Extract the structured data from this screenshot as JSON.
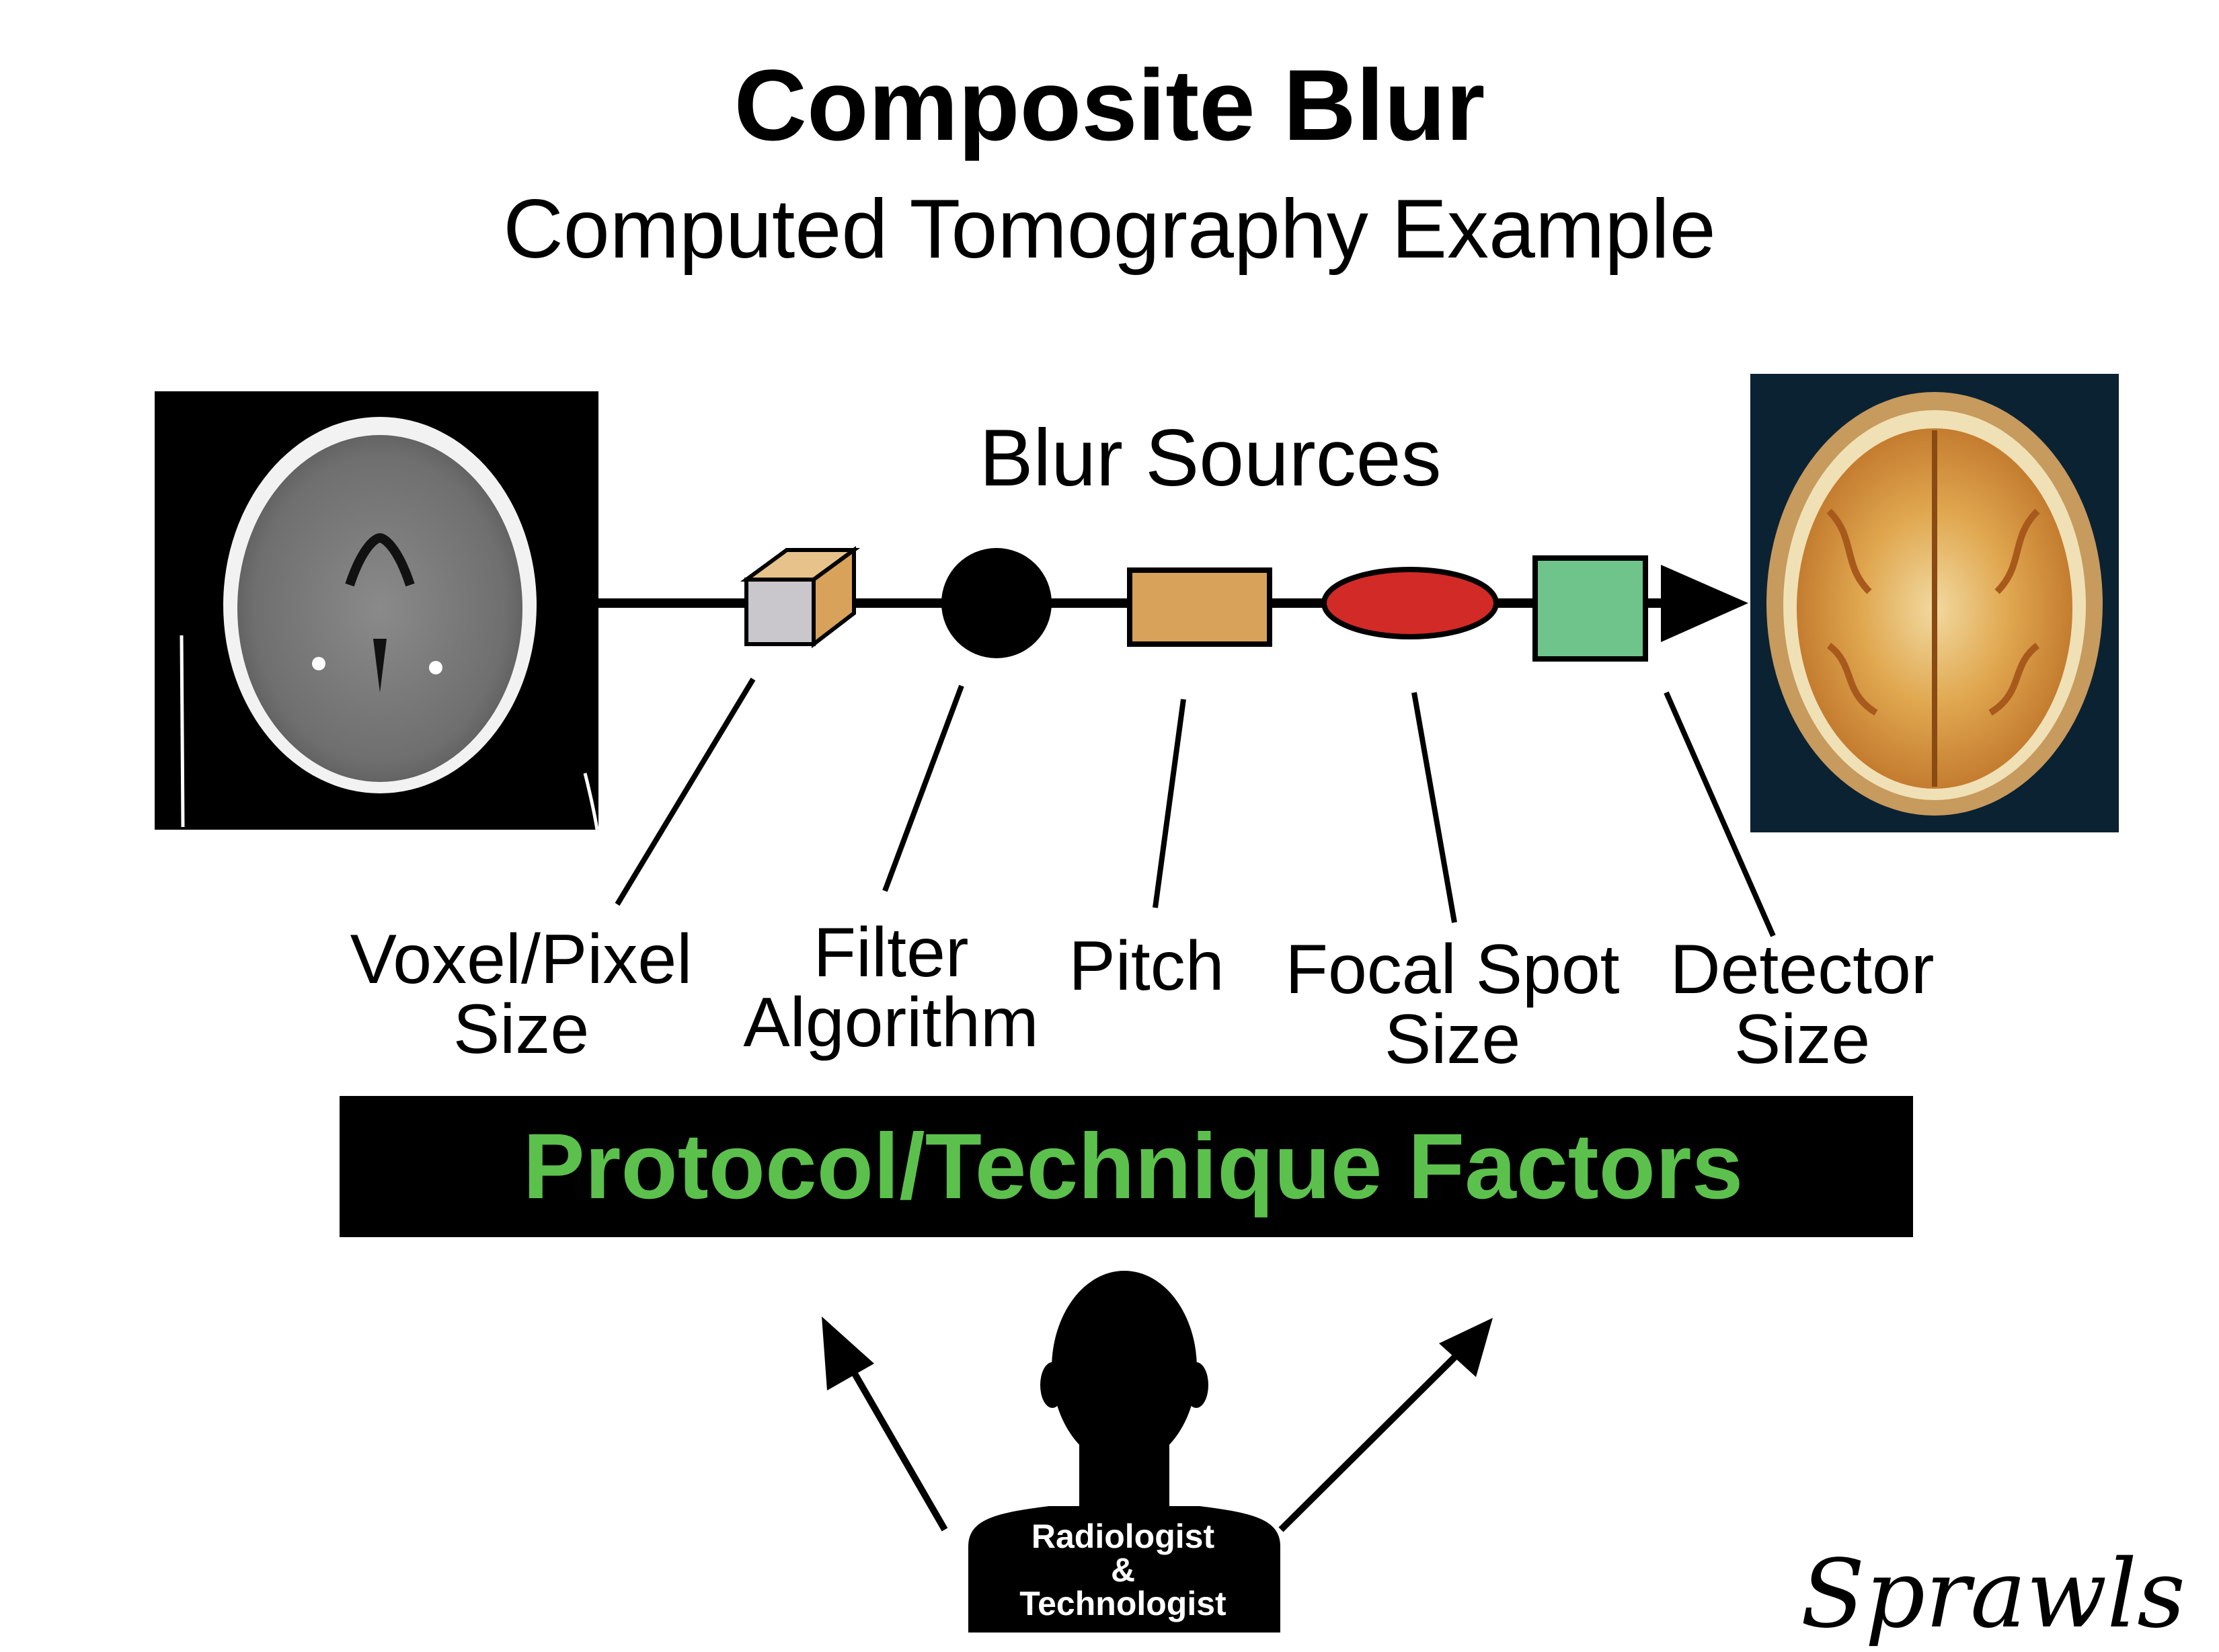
{
  "title": "Composite Blur",
  "subtitle": "Computed Tomography Example",
  "blur_sources_label": "Blur Sources",
  "source_labels": [
    {
      "line1": "Voxel/Pixel",
      "line2": "Size"
    },
    {
      "line1": "Filter",
      "line2": "Algorithm"
    },
    {
      "line1": "Pitch",
      "line2": ""
    },
    {
      "line1": "Focal Spot",
      "line2": "Size"
    },
    {
      "line1": "Detector",
      "line2": "Size"
    }
  ],
  "shape_colors": {
    "cube_front": "#c9c7cb",
    "cube_side": "#d8a25a",
    "circle": "#000000",
    "rectangle": "#d8a25a",
    "ellipse": "#d22a26",
    "square": "#6ec48a"
  },
  "banner_text": "Protocol/Technique Factors",
  "banner_text_color": "#5cc04d",
  "person_label": {
    "line1": "Radiologist",
    "line2": "&",
    "line3": "Technologist"
  },
  "signature": "Sprawls"
}
